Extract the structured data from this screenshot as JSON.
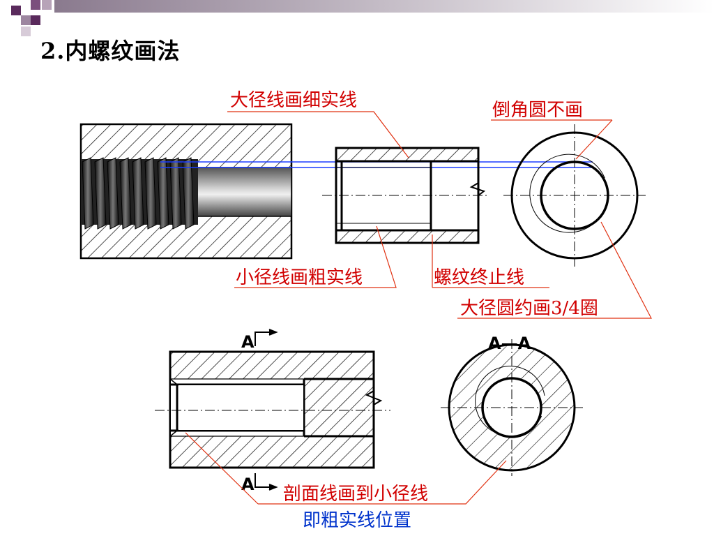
{
  "slide": {
    "title": "2.内螺纹画法"
  },
  "labels": {
    "major_thin": "大径线画细实线",
    "chamfer_circle": "倒角圆不画",
    "minor_thick": "小径线画粗实线",
    "thread_end": "螺纹终止线",
    "major_three_quarter": "大径圆约画3/4圈",
    "section_to_minor": "剖面线画到小径线",
    "thick_position": "即粗实线位置",
    "section_mark_top": "A",
    "section_mark_bottom": "A",
    "section_view_title": "A—A"
  },
  "colors": {
    "annotation": "#d10000",
    "note_blue": "#0033cc",
    "blue_line": "#1a3cff",
    "accent_purple": "#5a2a5c"
  }
}
